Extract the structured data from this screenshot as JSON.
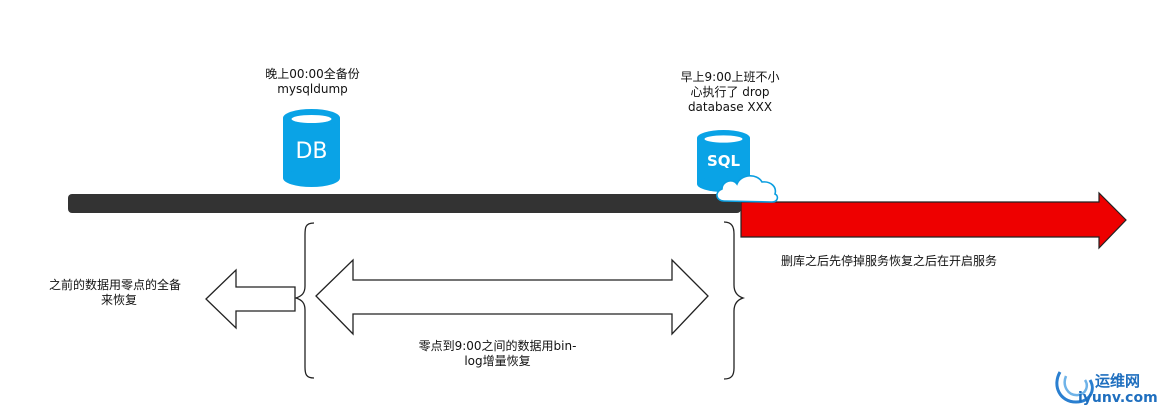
{
  "annotations": {
    "backup_title": "晚上00:00全备份",
    "backup_tool": "mysqldump",
    "incident_line1": "早上9:00上班不小",
    "incident_line2": "心执行了 drop",
    "incident_line3": "database XXX",
    "restore_plan": "删库之后先停掉服务恢复之后在开启服务",
    "full_backup_line1": "之前的数据用零点的全备",
    "full_backup_line2": "来恢复",
    "binlog_line1": "零点到9:00之间的数据用bin-",
    "binlog_line2": "log增量恢复"
  },
  "icons": {
    "db_label": "DB",
    "sql_label": "SQL"
  },
  "watermark": {
    "cn": "运维网",
    "en": "iyunv.com"
  },
  "colors": {
    "timeline": "#333333",
    "arrow_red": "#ee0000",
    "icon_blue": "#0aa3e6",
    "cloud_blue": "#0a9ee0"
  }
}
